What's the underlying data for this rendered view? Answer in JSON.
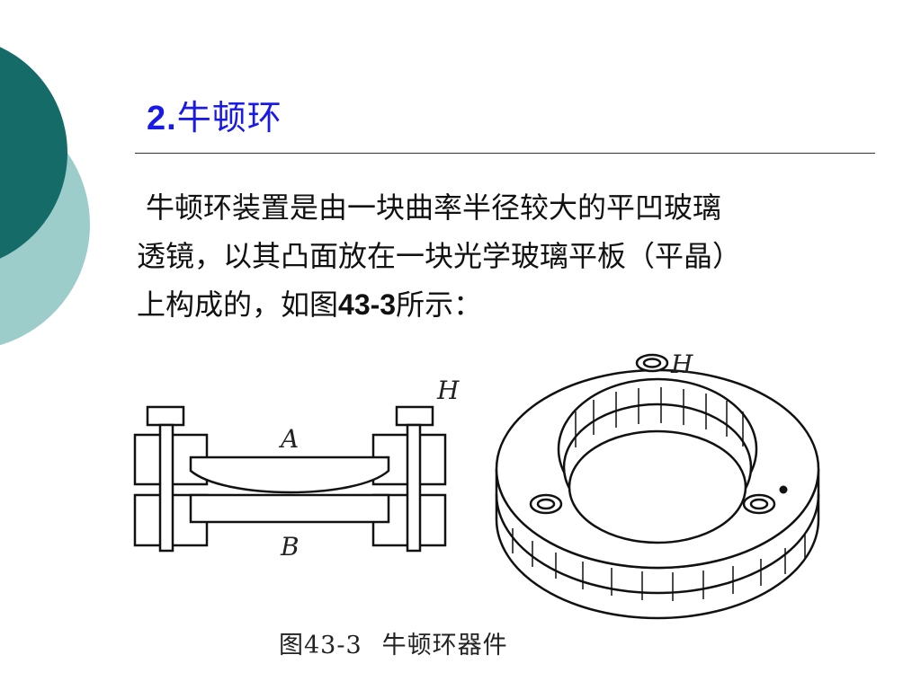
{
  "slide": {
    "title_number": "2.",
    "title_text": "牛顿环",
    "body_line1": "牛顿环装置是由一块曲率半径较大的平凹玻璃",
    "body_line2": "透镜，以其凸面放在一块光学玻璃平板（平晶）",
    "body_line3_pre": "上构成的，如图",
    "body_line3_bold": "43-3",
    "body_line3_post": "所示："
  },
  "figure": {
    "label_A": "A",
    "label_B": "B",
    "label_H_side": "H",
    "label_H_ring": "H",
    "caption_number": "图43-3",
    "caption_text": "牛顿环器件"
  },
  "colors": {
    "title": "#1a1ae6",
    "deco_dark": "#156b68",
    "deco_light": "#9ccdca"
  }
}
